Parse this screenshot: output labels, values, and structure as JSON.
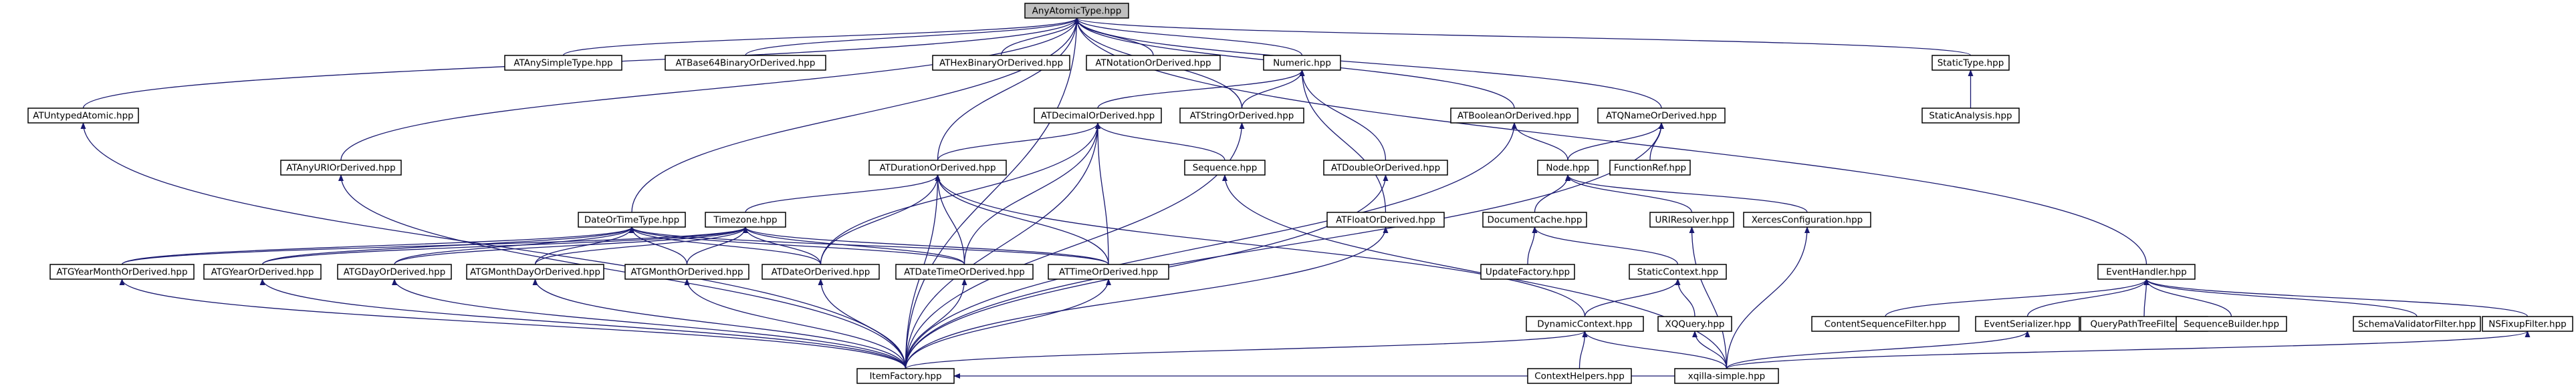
{
  "diagram": {
    "root": "AnyAtomicType.hpp",
    "nodes": [
      {
        "id": "AnyAtomicType",
        "label": "AnyAtomicType.hpp"
      },
      {
        "id": "ATAnySimpleType",
        "label": "ATAnySimpleType.hpp"
      },
      {
        "id": "ATBase64BinaryOrDerived",
        "label": "ATBase64BinaryOrDerived.hpp"
      },
      {
        "id": "ATHexBinaryOrDerived",
        "label": "ATHexBinaryOrDerived.hpp"
      },
      {
        "id": "ATNotationOrDerived",
        "label": "ATNotationOrDerived.hpp"
      },
      {
        "id": "Numeric",
        "label": "Numeric.hpp"
      },
      {
        "id": "StaticType",
        "label": "StaticType.hpp"
      },
      {
        "id": "ATUntypedAtomic",
        "label": "ATUntypedAtomic.hpp"
      },
      {
        "id": "ATDecimalOrDerived",
        "label": "ATDecimalOrDerived.hpp"
      },
      {
        "id": "ATStringOrDerived",
        "label": "ATStringOrDerived.hpp"
      },
      {
        "id": "ATBooleanOrDerived",
        "label": "ATBooleanOrDerived.hpp"
      },
      {
        "id": "ATQNameOrDerived",
        "label": "ATQNameOrDerived.hpp"
      },
      {
        "id": "StaticAnalysis",
        "label": "StaticAnalysis.hpp"
      },
      {
        "id": "ATAnyURIOrDerived",
        "label": "ATAnyURIOrDerived.hpp"
      },
      {
        "id": "ATDurationOrDerived",
        "label": "ATDurationOrDerived.hpp"
      },
      {
        "id": "Sequence",
        "label": "Sequence.hpp"
      },
      {
        "id": "ATDoubleOrDerived",
        "label": "ATDoubleOrDerived.hpp"
      },
      {
        "id": "Node",
        "label": "Node.hpp"
      },
      {
        "id": "FunctionRef",
        "label": "FunctionRef.hpp"
      },
      {
        "id": "DateOrTimeType",
        "label": "DateOrTimeType.hpp"
      },
      {
        "id": "Timezone",
        "label": "Timezone.hpp"
      },
      {
        "id": "ATFloatOrDerived",
        "label": "ATFloatOrDerived.hpp"
      },
      {
        "id": "DocumentCache",
        "label": "DocumentCache.hpp"
      },
      {
        "id": "URIResolver",
        "label": "URIResolver.hpp"
      },
      {
        "id": "XercesConfiguration",
        "label": "XercesConfiguration.hpp"
      },
      {
        "id": "ATGYearMonthOrDerived",
        "label": "ATGYearMonthOrDerived.hpp"
      },
      {
        "id": "ATGYearOrDerived",
        "label": "ATGYearOrDerived.hpp"
      },
      {
        "id": "ATGDayOrDerived",
        "label": "ATGDayOrDerived.hpp"
      },
      {
        "id": "ATGMonthDayOrDerived",
        "label": "ATGMonthDayOrDerived.hpp"
      },
      {
        "id": "ATGMonthOrDerived",
        "label": "ATGMonthOrDerived.hpp"
      },
      {
        "id": "ATDateOrDerived",
        "label": "ATDateOrDerived.hpp"
      },
      {
        "id": "ATDateTimeOrDerived",
        "label": "ATDateTimeOrDerived.hpp"
      },
      {
        "id": "ATTimeOrDerived",
        "label": "ATTimeOrDerived.hpp"
      },
      {
        "id": "UpdateFactory",
        "label": "UpdateFactory.hpp"
      },
      {
        "id": "StaticContext",
        "label": "StaticContext.hpp"
      },
      {
        "id": "EventHandler",
        "label": "EventHandler.hpp"
      },
      {
        "id": "DynamicContext",
        "label": "DynamicContext.hpp"
      },
      {
        "id": "XQQuery",
        "label": "XQQuery.hpp"
      },
      {
        "id": "ContentSequenceFilter",
        "label": "ContentSequenceFilter.hpp"
      },
      {
        "id": "EventSerializer",
        "label": "EventSerializer.hpp"
      },
      {
        "id": "QueryPathTreeFilter",
        "label": "QueryPathTreeFilter.hpp"
      },
      {
        "id": "SequenceBuilder",
        "label": "SequenceBuilder.hpp"
      },
      {
        "id": "SchemaValidatorFilter",
        "label": "SchemaValidatorFilter.hpp"
      },
      {
        "id": "NSFixupFilter",
        "label": "NSFixupFilter.hpp"
      },
      {
        "id": "ItemFactory",
        "label": "ItemFactory.hpp"
      },
      {
        "id": "ContextHelpers",
        "label": "ContextHelpers.hpp"
      },
      {
        "id": "xqilla_simple",
        "label": "xqilla-simple.hpp"
      }
    ],
    "edges": [
      [
        "ATAnySimpleType",
        "AnyAtomicType"
      ],
      [
        "ATBase64BinaryOrDerived",
        "AnyAtomicType"
      ],
      [
        "ATHexBinaryOrDerived",
        "AnyAtomicType"
      ],
      [
        "ATNotationOrDerived",
        "AnyAtomicType"
      ],
      [
        "Numeric",
        "AnyAtomicType"
      ],
      [
        "StaticType",
        "AnyAtomicType"
      ],
      [
        "ATUntypedAtomic",
        "AnyAtomicType"
      ],
      [
        "ATStringOrDerived",
        "AnyAtomicType"
      ],
      [
        "ATBooleanOrDerived",
        "AnyAtomicType"
      ],
      [
        "ATQNameOrDerived",
        "AnyAtomicType"
      ],
      [
        "ATAnyURIOrDerived",
        "AnyAtomicType"
      ],
      [
        "ATDurationOrDerived",
        "AnyAtomicType"
      ],
      [
        "DateOrTimeType",
        "AnyAtomicType"
      ],
      [
        "EventHandler",
        "AnyAtomicType"
      ],
      [
        "ItemFactory",
        "AnyAtomicType"
      ],
      [
        "ATDecimalOrDerived",
        "Numeric"
      ],
      [
        "ATStringOrDerived",
        "Numeric"
      ],
      [
        "ATDoubleOrDerived",
        "Numeric"
      ],
      [
        "ATFloatOrDerived",
        "Numeric"
      ],
      [
        "StaticAnalysis",
        "StaticType"
      ],
      [
        "ItemFactory",
        "ATUntypedAtomic"
      ],
      [
        "ATDurationOrDerived",
        "ATDecimalOrDerived"
      ],
      [
        "Sequence",
        "ATDecimalOrDerived"
      ],
      [
        "ATDateOrDerived",
        "ATDecimalOrDerived"
      ],
      [
        "ATDateTimeOrDerived",
        "ATDecimalOrDerived"
      ],
      [
        "ATTimeOrDerived",
        "ATDecimalOrDerived"
      ],
      [
        "ItemFactory",
        "ATDecimalOrDerived"
      ],
      [
        "ItemFactory",
        "ATStringOrDerived"
      ],
      [
        "Node",
        "ATBooleanOrDerived"
      ],
      [
        "ItemFactory",
        "ATBooleanOrDerived"
      ],
      [
        "Node",
        "ATQNameOrDerived"
      ],
      [
        "FunctionRef",
        "ATQNameOrDerived"
      ],
      [
        "ItemFactory",
        "ATQNameOrDerived"
      ],
      [
        "ItemFactory",
        "ATAnyURIOrDerived"
      ],
      [
        "Timezone",
        "ATDurationOrDerived"
      ],
      [
        "ATDateOrDerived",
        "ATDurationOrDerived"
      ],
      [
        "ATDateTimeOrDerived",
        "ATDurationOrDerived"
      ],
      [
        "ATTimeOrDerived",
        "ATDurationOrDerived"
      ],
      [
        "DynamicContext",
        "ATDurationOrDerived"
      ],
      [
        "ItemFactory",
        "ATDurationOrDerived"
      ],
      [
        "xqilla_simple",
        "Sequence"
      ],
      [
        "ItemFactory",
        "ATDoubleOrDerived"
      ],
      [
        "DocumentCache",
        "Node"
      ],
      [
        "URIResolver",
        "Node"
      ],
      [
        "XercesConfiguration",
        "Node"
      ],
      [
        "ATGYearMonthOrDerived",
        "DateOrTimeType"
      ],
      [
        "ATGYearOrDerived",
        "DateOrTimeType"
      ],
      [
        "ATGDayOrDerived",
        "DateOrTimeType"
      ],
      [
        "ATGMonthDayOrDerived",
        "DateOrTimeType"
      ],
      [
        "ATGMonthOrDerived",
        "DateOrTimeType"
      ],
      [
        "ATDateOrDerived",
        "DateOrTimeType"
      ],
      [
        "ATDateTimeOrDerived",
        "DateOrTimeType"
      ],
      [
        "ATTimeOrDerived",
        "DateOrTimeType"
      ],
      [
        "ATGYearMonthOrDerived",
        "Timezone"
      ],
      [
        "ATGYearOrDerived",
        "Timezone"
      ],
      [
        "ATGDayOrDerived",
        "Timezone"
      ],
      [
        "ATGMonthDayOrDerived",
        "Timezone"
      ],
      [
        "ATGMonthOrDerived",
        "Timezone"
      ],
      [
        "ATDateOrDerived",
        "Timezone"
      ],
      [
        "ATDateTimeOrDerived",
        "Timezone"
      ],
      [
        "ATTimeOrDerived",
        "Timezone"
      ],
      [
        "ItemFactory",
        "ATFloatOrDerived"
      ],
      [
        "UpdateFactory",
        "DocumentCache"
      ],
      [
        "StaticContext",
        "DocumentCache"
      ],
      [
        "xqilla_simple",
        "URIResolver"
      ],
      [
        "xqilla_simple",
        "XercesConfiguration"
      ],
      [
        "ItemFactory",
        "ATGYearMonthOrDerived"
      ],
      [
        "ItemFactory",
        "ATGYearOrDerived"
      ],
      [
        "ItemFactory",
        "ATGDayOrDerived"
      ],
      [
        "ItemFactory",
        "ATGMonthDayOrDerived"
      ],
      [
        "ItemFactory",
        "ATGMonthOrDerived"
      ],
      [
        "ItemFactory",
        "ATDateOrDerived"
      ],
      [
        "ItemFactory",
        "ATDateTimeOrDerived"
      ],
      [
        "ItemFactory",
        "ATTimeOrDerived"
      ],
      [
        "DynamicContext",
        "StaticContext"
      ],
      [
        "XQQuery",
        "StaticContext"
      ],
      [
        "ContentSequenceFilter",
        "EventHandler"
      ],
      [
        "EventSerializer",
        "EventHandler"
      ],
      [
        "QueryPathTreeFilter",
        "EventHandler"
      ],
      [
        "SequenceBuilder",
        "EventHandler"
      ],
      [
        "SchemaValidatorFilter",
        "EventHandler"
      ],
      [
        "NSFixupFilter",
        "EventHandler"
      ],
      [
        "ItemFactory",
        "DynamicContext"
      ],
      [
        "ContextHelpers",
        "DynamicContext"
      ],
      [
        "xqilla_simple",
        "DynamicContext"
      ],
      [
        "xqilla_simple",
        "XQQuery"
      ],
      [
        "xqilla_simple",
        "EventSerializer"
      ],
      [
        "xqilla_simple",
        "NSFixupFilter"
      ],
      [
        "xqilla_simple",
        "ItemFactory"
      ]
    ],
    "colors": {
      "edge": "#191970",
      "root_fill": "#bfbfbf",
      "node_fill": "#ffffff",
      "border": "#000000"
    }
  }
}
